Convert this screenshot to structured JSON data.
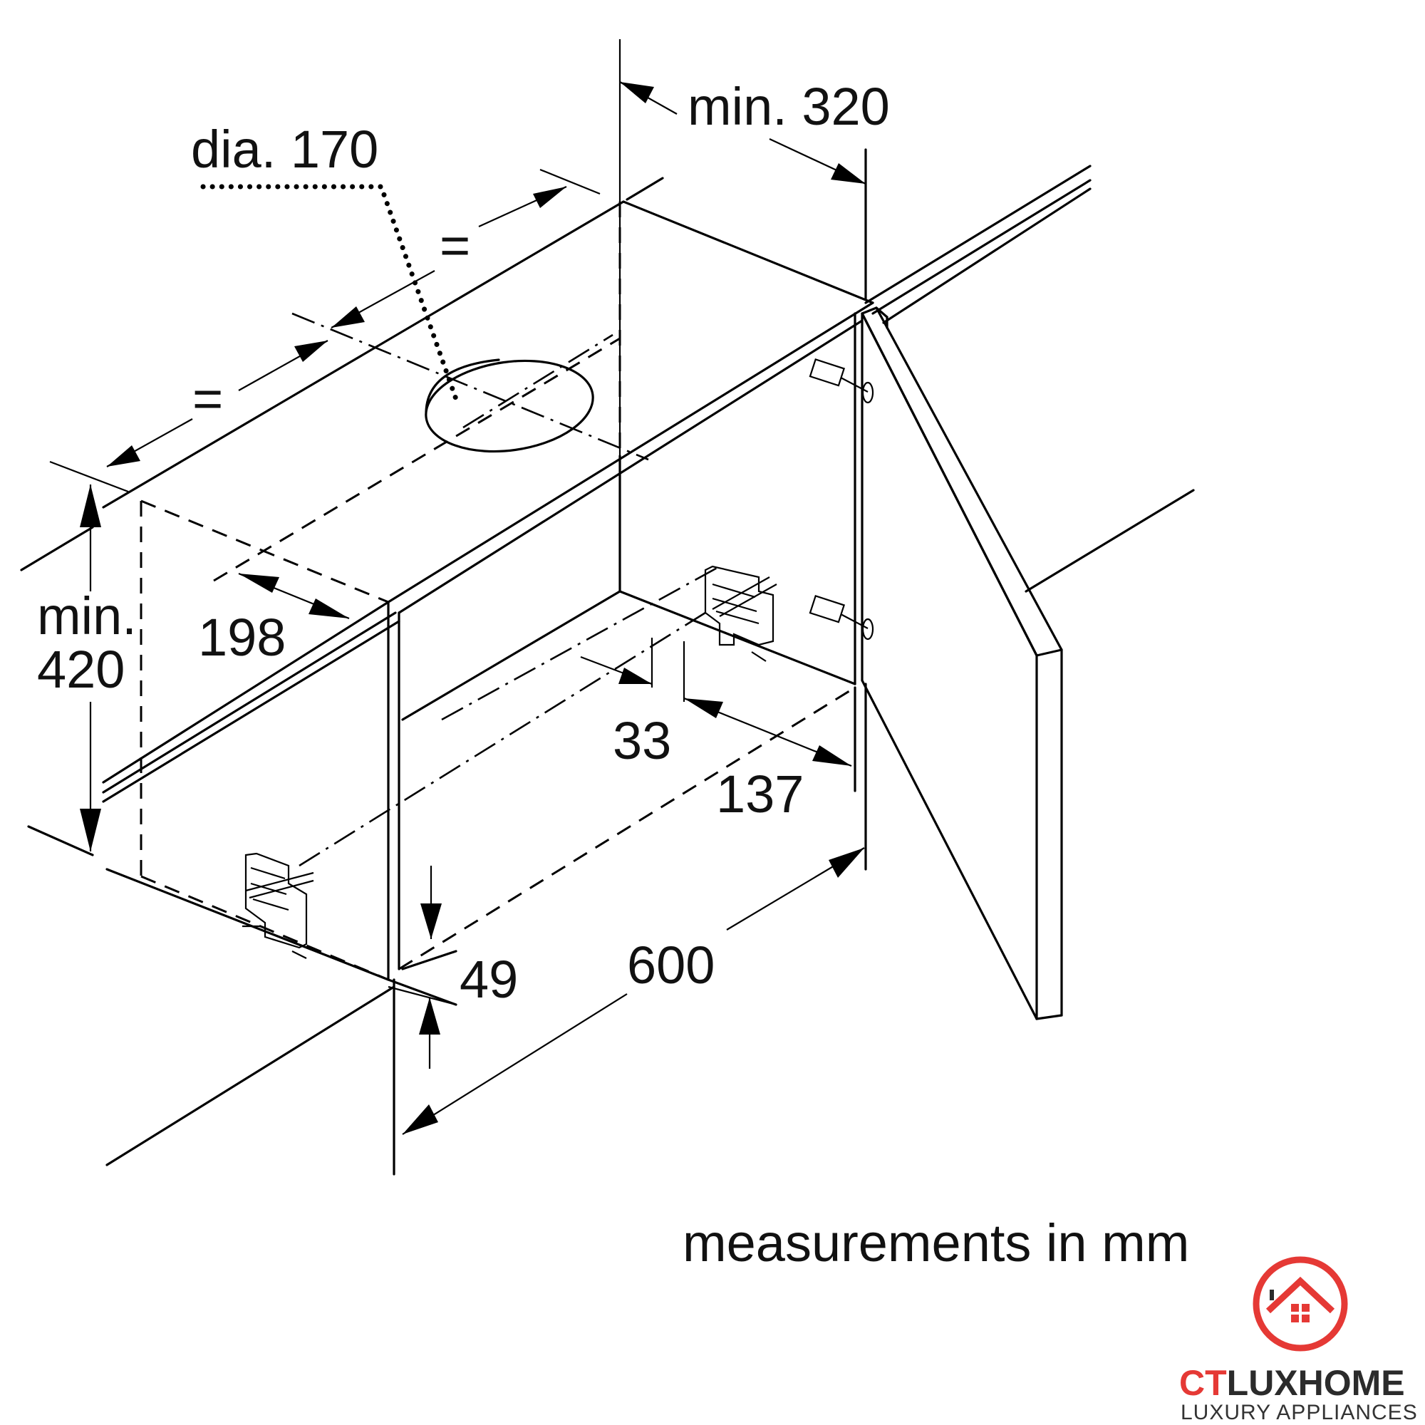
{
  "dimensions": {
    "dia": "dia. 170",
    "min_top": "min. 320",
    "equal_a": "=",
    "equal_b": "=",
    "min_height_line1": "min.",
    "min_height_line2": "420",
    "d198": "198",
    "d33": "33",
    "d137": "137",
    "d49": "49",
    "d600": "600"
  },
  "caption": "measurements in mm",
  "logo": {
    "brand_ct": "CT",
    "brand_rest": "LUXHOME",
    "tagline": "LUXURY APPLIANCES",
    "color_red": "#e53935",
    "color_dark": "#2b2b2b"
  }
}
